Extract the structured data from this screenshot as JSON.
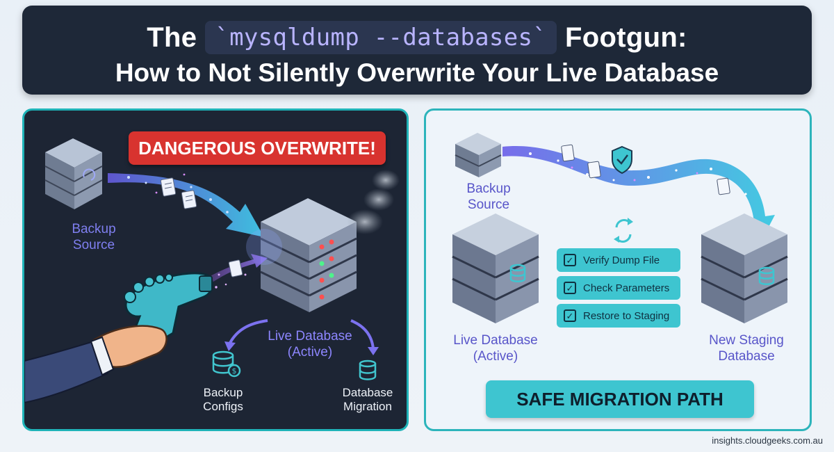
{
  "title": {
    "prefix": "The",
    "code": "`mysqldump --databases`",
    "suffix": "Footgun:",
    "line2": "How to Not Silently Overwrite Your Live Database"
  },
  "left_panel": {
    "banner": "DANGEROUS OVERWRITE!",
    "backup_source": [
      "Backup",
      "Source"
    ],
    "live_database": [
      "Live Database",
      "(Active)"
    ],
    "backup_configs": [
      "Backup",
      "Configs"
    ],
    "database_migration": [
      "Database",
      "Migration"
    ]
  },
  "right_panel": {
    "backup_source": [
      "Backup",
      "Source"
    ],
    "live_database": [
      "Live Database",
      "(Active)"
    ],
    "staging_database": [
      "New Staging",
      "Database"
    ],
    "checks": [
      "Verify Dump File",
      "Check Parameters",
      "Restore to Staging"
    ],
    "check_mark": "✓",
    "banner": "SAFE MIGRATION PATH"
  },
  "watermark": "insights.cloudgeeks.com.au",
  "colors": {
    "danger": "#d8332f",
    "accent_teal": "#3ec5d0",
    "dark_panel": "#1d2534",
    "label_purple": "#5855c9"
  }
}
